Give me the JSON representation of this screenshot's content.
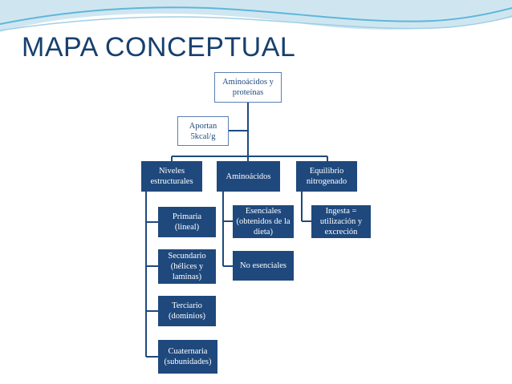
{
  "slide": {
    "title": "MAPA CONCEPTUAL",
    "colors": {
      "title": "#17406d",
      "box_fill": "#1f497d",
      "box_text": "#ffffff",
      "connector": "#1f497d",
      "wave_accent": "#5fb6d9"
    }
  },
  "concept_map": {
    "root": "Aminoácidos y proteínas",
    "assistant_note": "Aportan 5kcal/g",
    "branches": [
      {
        "label": "Niveles estructurales",
        "children": [
          "Primaria (lineal)",
          "Secundario (hélices y laminas)",
          "Terciario (dominios)",
          "Cuaternaria (subunidades)"
        ]
      },
      {
        "label": "Aminoácidos",
        "children": [
          "Esenciales (obtenidos de la dieta)",
          "No esenciales"
        ]
      },
      {
        "label": "Equilibrio nitrogenado",
        "children": [
          "Ingesta = utilización y excreción"
        ]
      }
    ]
  }
}
